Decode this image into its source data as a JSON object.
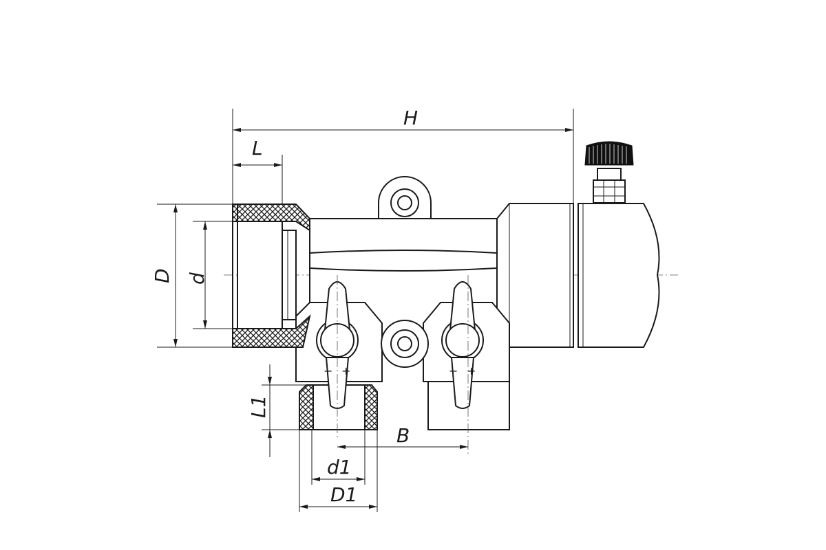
{
  "drawing": {
    "dimensions": {
      "H": "H",
      "L": "L",
      "D": "D",
      "d": "d",
      "L1": "L1",
      "B": "B",
      "d1": "d1",
      "D1": "D1"
    },
    "valve_markings": {
      "minus": "−",
      "plus": "+"
    }
  }
}
